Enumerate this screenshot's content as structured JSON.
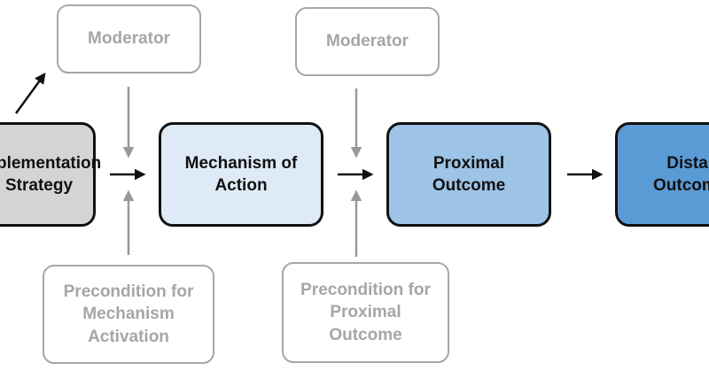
{
  "diagram": {
    "nodes": {
      "strategy": {
        "label": "Implementation\nStrategy",
        "fill": "#d4d4d4"
      },
      "mechanism": {
        "label": "Mechanism of\nAction",
        "fill": "#deebf7"
      },
      "proximal": {
        "label": "Proximal\nOutcome",
        "fill": "#9dc3e6"
      },
      "distal": {
        "label": "Distal\nOutcome",
        "fill": "#5b9bd5"
      },
      "moderator_1": {
        "label": "Moderator"
      },
      "moderator_2": {
        "label": "Moderator"
      },
      "precondition_1": {
        "label": "Precondition for\nMechanism\nActivation"
      },
      "precondition_2": {
        "label": "Precondition for\nProximal\nOutcome"
      }
    },
    "colors": {
      "main_border": "#111111",
      "aux_border": "#a6a6a6",
      "aux_text": "#a6a6a6",
      "arrow_main": "#111111",
      "arrow_aux": "#999999"
    }
  }
}
